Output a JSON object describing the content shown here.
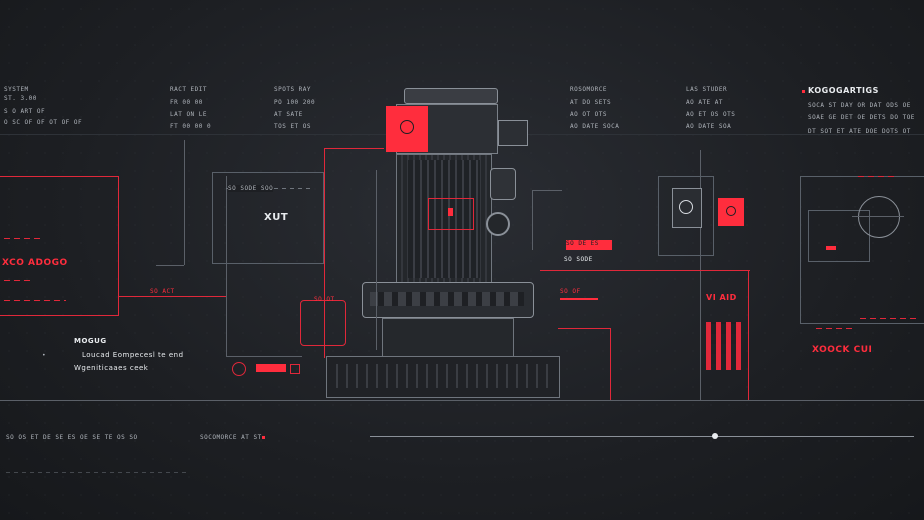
{
  "left_panel": {
    "header_lines": [
      "SYSTEM",
      "ST. 3.00",
      "S  O  ART OF",
      "O SC OF    OF OT OF  OF"
    ],
    "big_title": "XCO ADOGO",
    "small_tag": "SO ACT",
    "desc_title": "MOGUG",
    "desc_line1": "Loucad Eompecesl te end",
    "desc_line2": "Wgeniticaaes ceek"
  },
  "columns_top": [
    {
      "title": "RACT EDIT",
      "rows": [
        "FR  00 00",
        "LAT  ON LE",
        "FT  00 00 0"
      ]
    },
    {
      "title": "SPOTS RAY",
      "rows": [
        "PO  100 200",
        "AT  SATE",
        "TOS  ET OS"
      ]
    },
    {
      "title": "ROSOMORCE",
      "rows": [
        "AT DO SETS",
        "AO  OT OTS",
        "AO  DATE SOCA"
      ]
    },
    {
      "title": "LAS STUDER",
      "rows": [
        "AO  ATE AT",
        "AO  ET OS OTS",
        "AO  DATE SOA"
      ]
    }
  ],
  "right_panel": {
    "title": "KOGOGARTIGS",
    "lines": [
      "SOCA ST DAY OR  DAT ODS OE",
      "SOAE GE DET OE DETS DO TOE",
      "DT SOT ET ATE DOE DOTS OT"
    ],
    "bottom_title": "XOOCK CUI",
    "mid_title": "VI AID"
  },
  "center": {
    "label_xut": "XUT",
    "tag1": "SO SODE SOO",
    "tag2": "SO DE ES",
    "tag3": "SO SODE",
    "tag4": "SO OF",
    "tag5": "SO OT"
  },
  "footer": {
    "left_text": "SO OS  ET  DE  SE  ES  OE  SE  TE  OS  SO",
    "mid_text": "SOCOMORCE AT ST"
  },
  "colors": {
    "accent": "#ff2d3d",
    "background": "#1d1f23",
    "line": "#5b6068"
  },
  "icons": [
    "power-icon",
    "target-icon",
    "lock-icon",
    "camera-icon"
  ]
}
